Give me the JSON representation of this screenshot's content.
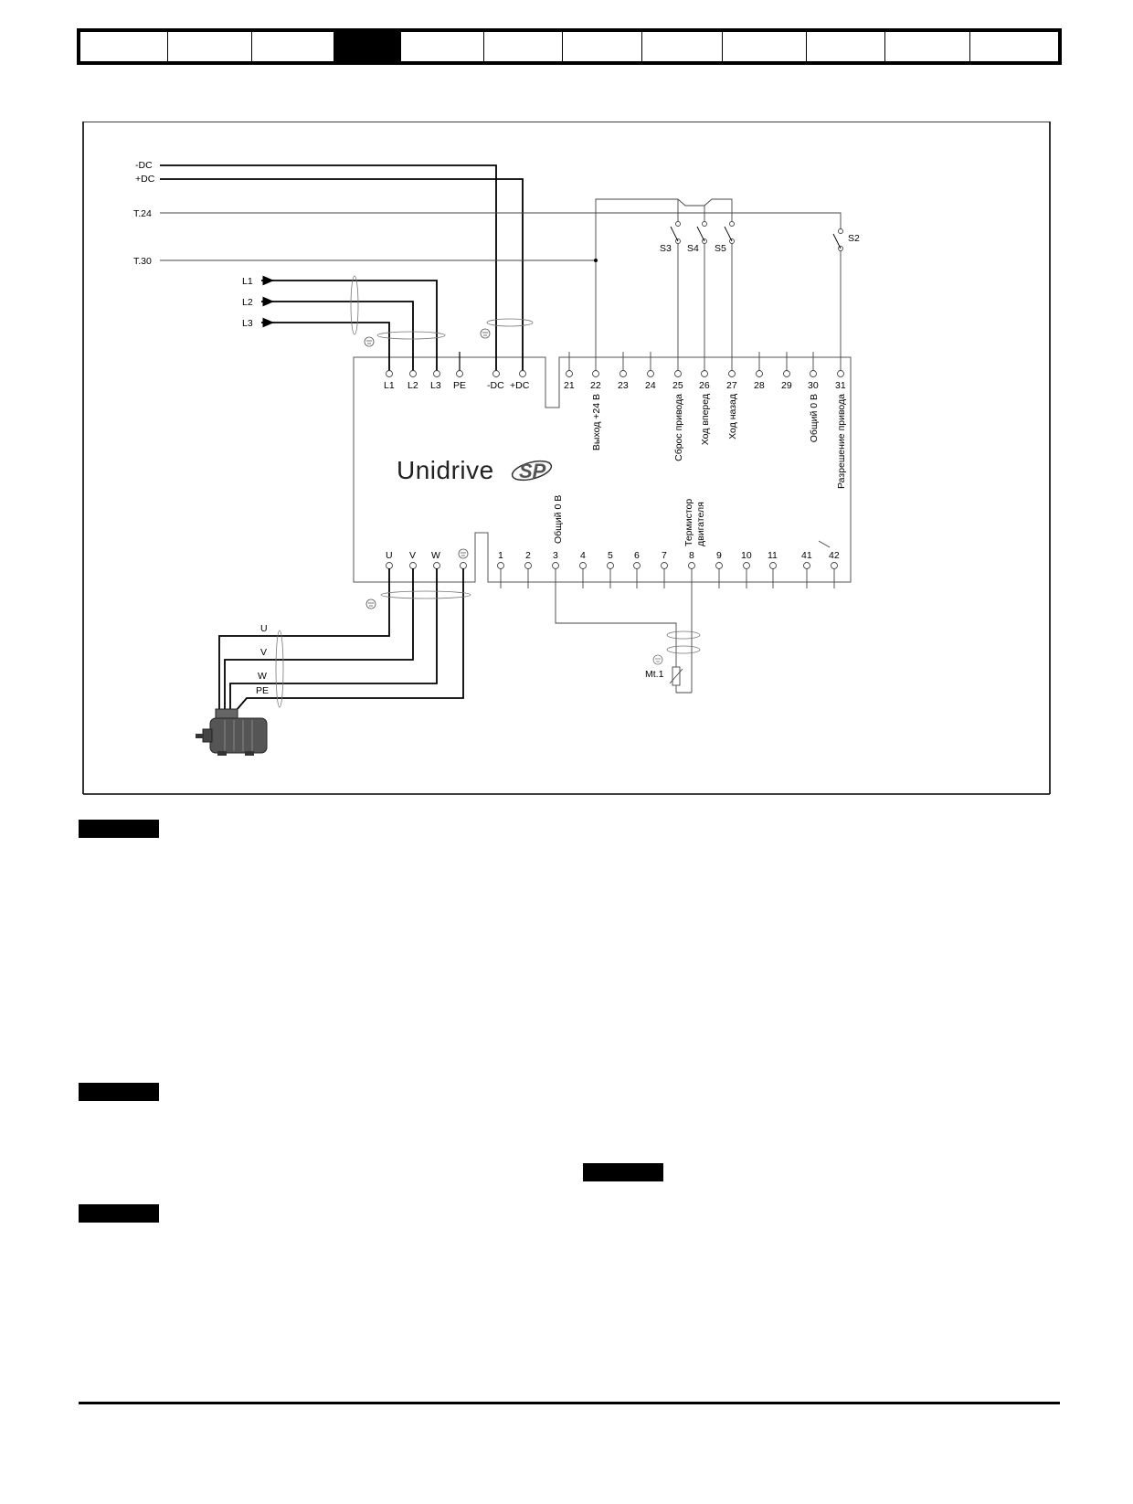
{
  "tabs": [
    {
      "label": ""
    },
    {
      "label": ""
    },
    {
      "label": ""
    },
    {
      "label": "",
      "active": true
    },
    {
      "label": ""
    },
    {
      "label": ""
    },
    {
      "label": ""
    },
    {
      "label": ""
    },
    {
      "label": ""
    },
    {
      "label": ""
    },
    {
      "label": ""
    },
    {
      "label": ""
    }
  ],
  "diagram": {
    "brand": "Unidrive",
    "brand_suffix": "SP",
    "external": {
      "dc_neg": "-DC",
      "dc_pos": "+DC",
      "t24": "T.24",
      "t30": "T.30",
      "l1": "L1",
      "l2": "L2",
      "l3": "L3"
    },
    "power_terminals": [
      "L1",
      "L2",
      "L3",
      "PE",
      "-DC",
      "+DC"
    ],
    "control_top_terminals": [
      "21",
      "22",
      "23",
      "24",
      "25",
      "26",
      "27",
      "28",
      "29",
      "30",
      "31"
    ],
    "control_top_labels": {
      "t22": "Выход +24 В",
      "t25": "Сброс привода",
      "t26": "Ход вперед",
      "t27": "Ход назад",
      "t30": "Общий 0 В",
      "t31": "Разрешение привода"
    },
    "switches": {
      "s2": "S2",
      "s3": "S3",
      "s4": "S4",
      "s5": "S5"
    },
    "motor_terminals": [
      "U",
      "V",
      "W"
    ],
    "control_bottom_terminals": [
      "1",
      "2",
      "3",
      "4",
      "5",
      "6",
      "7",
      "8",
      "9",
      "10",
      "11",
      "41",
      "42"
    ],
    "control_bottom_labels": {
      "t3": "Общий 0 В",
      "t8_line1": "Термистор",
      "t8_line2": "двигателя"
    },
    "motor_cable": {
      "u": "U",
      "v": "V",
      "w": "W",
      "pe": "PE"
    },
    "thermistor": "Mt.1"
  }
}
